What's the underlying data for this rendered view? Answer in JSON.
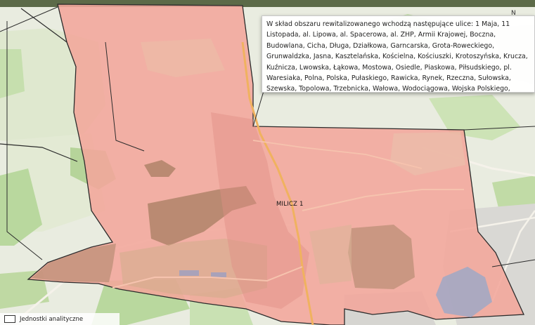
{
  "info_box": {
    "text": "W skład obszaru rewitalizowanego wchodzą następujące ulice: 1 Maja, 11 Listopada, al. Lipowa, al. Spacerowa, al. ZHP, Armii Krajowej, Boczna, Budowlana, Cicha, Długa, Działkowa, Garncarska, Grota-Roweckiego, Grunwaldzka, Jasna, Kasztelańska, Kościelna, Kościuszki, Krotoszyńska, Krucza, Kuźnicza, Lwowska, Łąkowa, Mostowa, Osiedle, Piaskowa, Piłsudskiego, pl. Waresiaka, Polna, Polska, Pułaskiego, Rawicka, Rynek, Rzeczna, Sułowska, Szewska, Topolowa, Trzebnicka, Wałowa, Wodociągowa, Wojska Polskiego, Wrocławska, Zamkowa;"
  },
  "area_label": "MILICZ 1",
  "compass_letter": "N",
  "legend": {
    "label": "Jednostki analityczne"
  },
  "colors": {
    "revitalization_area": "#f2a69b",
    "background": "#e9ece0",
    "forest": "#c6dfae",
    "boundary": "#2b2b2b"
  }
}
